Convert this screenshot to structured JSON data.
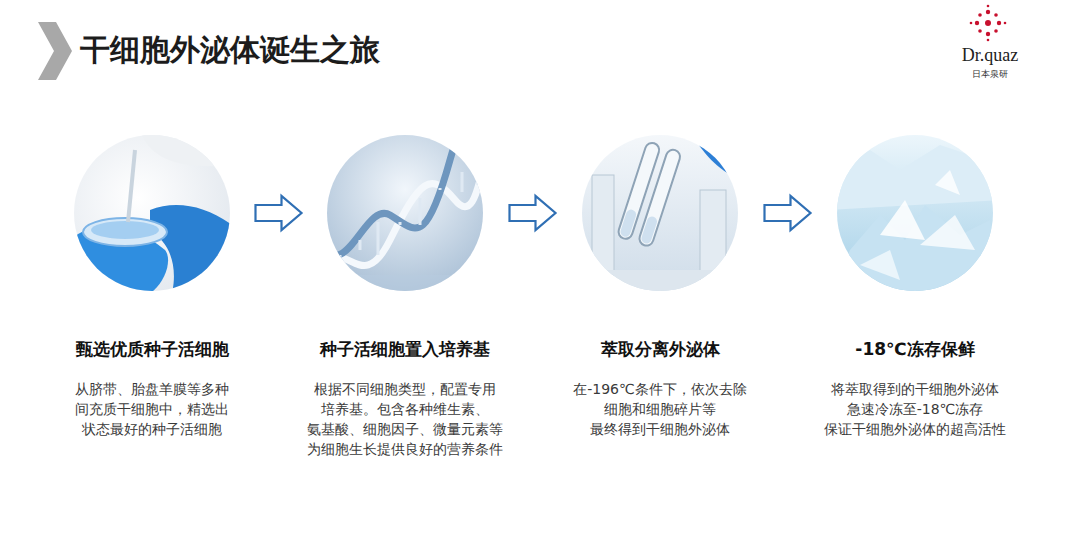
{
  "diagram": {
    "title": "干细胞外泌体诞生之旅",
    "nodes": [
      {
        "text": [
          "甄选优质种子活细胞",
          "从脐带、胎盘羊膜等多种 间充质干细胞中，精选出 状态最好的种子活细胞"
        ]
      },
      {
        "text": [
          "种子活细胞置入培养基",
          "根据不同细胞类型，配置专用 培养基。包含各种维生素、 氨基酸、细胞因子、微量元素等 为细胞生长提供良好的营养条件"
        ]
      },
      {
        "text": [
          "萃取分离外泌体",
          "在-196℃条件下，依次去除 细胞和细胞碎片等 最终得到干细胞外泌体"
        ]
      },
      {
        "text": [
          "-18℃冻存保鲜",
          "将萃取得到的干细胞外泌体 急速冷冻至-18℃冻存 保证干细胞外泌体的超高活性"
        ]
      }
    ],
    "edges": [
      {
        "from": 0,
        "to": 1,
        "arrow": "to"
      },
      {
        "from": 1,
        "to": 2,
        "arrow": "to"
      },
      {
        "from": 2,
        "to": 3,
        "arrow": "to"
      }
    ],
    "labels": [
      "Dr.quaz",
      "日本泉研"
    ]
  }
}
